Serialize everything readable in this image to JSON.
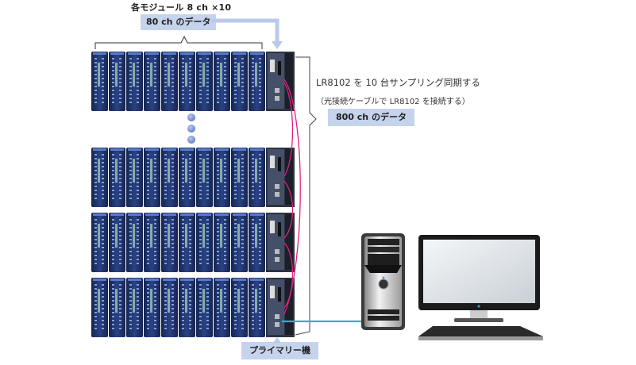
{
  "diagram": {
    "title": "各モジュール 8 ch ×10",
    "module_data_label": "80 ch のデータ",
    "description_main": "LR8102 を 10 台サンプリング同期する",
    "description_sub": "（光接続ケーブルで LR8102 を接続する）",
    "total_data_label": "800 ch のデータ",
    "primary_label": "プライマリー機",
    "rows_shown": 4,
    "modules_per_row": 10,
    "ellipsis_dots": 3,
    "colors": {
      "module_blue": "#1d2f66",
      "tag_bg": "#c5d3ec",
      "optical_cable": "#e0207f",
      "lan_cable": "#3aa7d8",
      "arrow": "#b8c9ea"
    }
  }
}
